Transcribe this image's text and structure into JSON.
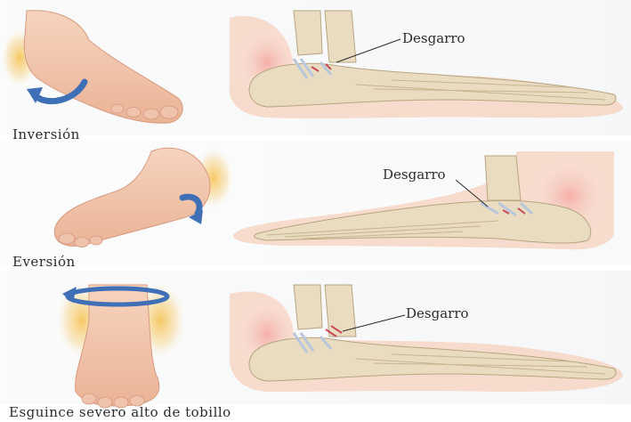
{
  "rows": [
    {
      "caption": "Inversión",
      "callout": "Desgarro"
    },
    {
      "caption": "Eversión",
      "callout": "Desgarro"
    },
    {
      "caption": "Esguince severo alto de tobillo",
      "callout": "Desgarro"
    }
  ],
  "colors": {
    "skin": "#f3c7ad",
    "skin_shadow": "#e6a48a",
    "bone": "#e9dcc0",
    "bone_outline": "#b7a57f",
    "injury_glow": "#f5b74a",
    "arrow_blue": "#3f6fb6",
    "ligament": "#b8c7db",
    "tear_red": "#c94a5a",
    "row_band": "#e9ecf0"
  }
}
